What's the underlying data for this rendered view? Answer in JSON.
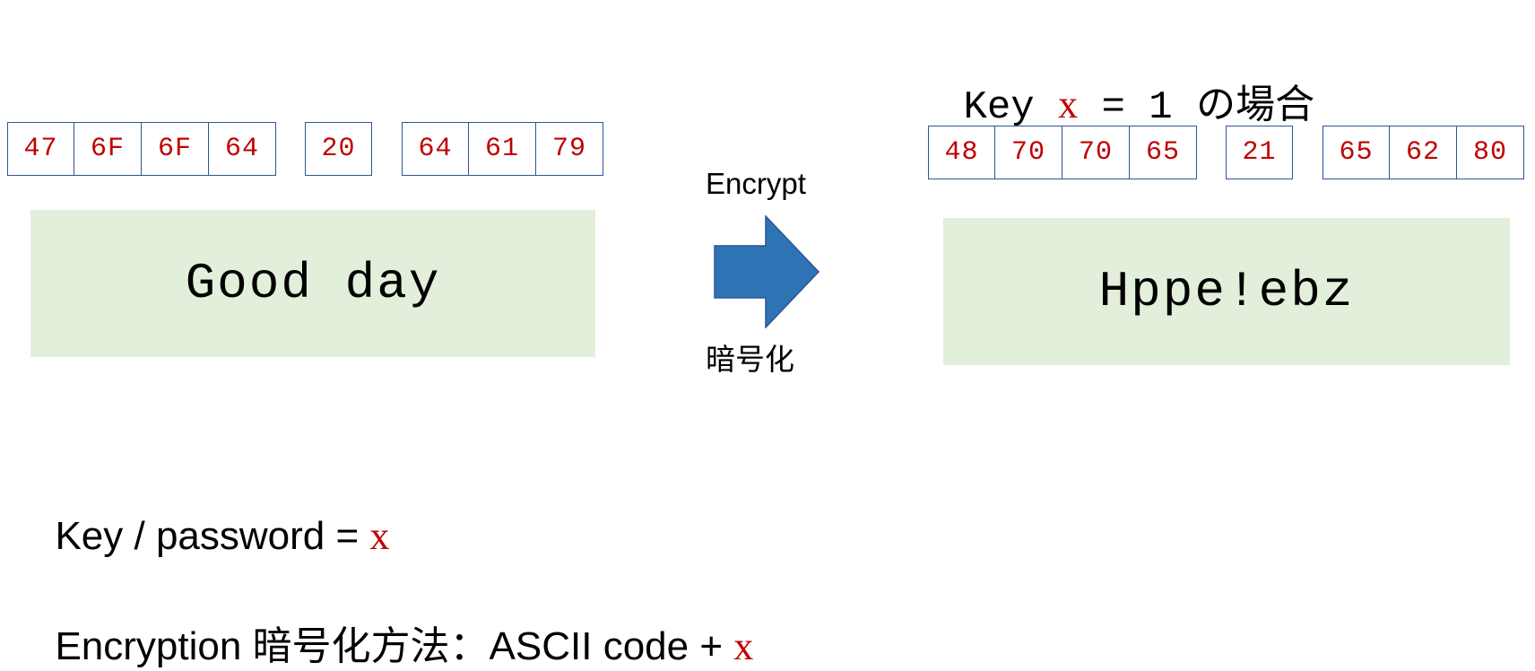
{
  "plaintext": {
    "hex_groups": [
      [
        "47",
        "6F",
        "6F",
        "64"
      ],
      [
        "20"
      ],
      [
        "64",
        "61",
        "79"
      ]
    ],
    "text": "Good day"
  },
  "arrow": {
    "label_top": "Encrypt",
    "label_bottom": "暗号化",
    "color": "#2E74B5"
  },
  "ciphertext": {
    "key_caption": {
      "prefix": "Key ",
      "var": "x",
      "middle": " = 1 ",
      "suffix": "の場合"
    },
    "hex_groups": [
      [
        "48",
        "70",
        "70",
        "65"
      ],
      [
        "21"
      ],
      [
        "65",
        "62",
        "80"
      ]
    ],
    "text": "Hppe!ebz"
  },
  "notes": {
    "key_line": {
      "text": "Key / password = ",
      "var": "x"
    },
    "method_line": {
      "text": "Encryption 暗号化方法：ASCII code + ",
      "var": "x"
    }
  },
  "colors": {
    "accent_red": "#C00000",
    "cell_border": "#2F5597",
    "box_fill": "#E2EFDA"
  }
}
